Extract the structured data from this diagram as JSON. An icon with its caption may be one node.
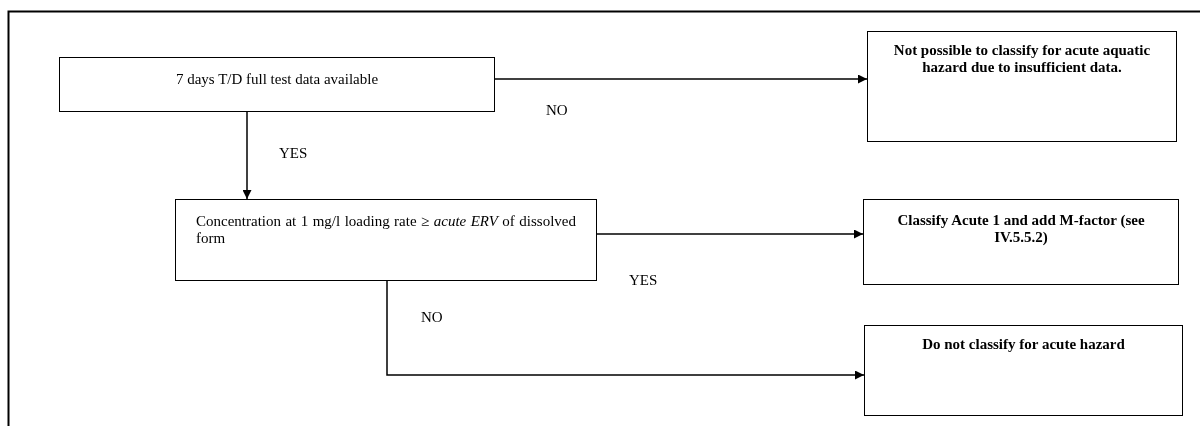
{
  "diagram": {
    "nodes": [
      {
        "text": [
          "7 days T/D full test data available"
        ]
      },
      {
        "text": [
          "Concentration at 1 mg/l loading rate ≥ *acute ERV* of dissolved form"
        ]
      },
      {
        "text": [
          "Not possible to classify for acute aquatic hazard due to insufficient data."
        ]
      },
      {
        "text": [
          "Classify Acute 1 and add M-factor (see IV.5.5.2)"
        ]
      },
      {
        "text": [
          "Do not classify for acute hazard"
        ]
      }
    ],
    "edges": [
      {
        "from": 0,
        "to": 2,
        "arrow": "to",
        "label": "NO"
      },
      {
        "from": 0,
        "to": 1,
        "arrow": "to",
        "label": "YES"
      },
      {
        "from": 1,
        "to": 3,
        "arrow": "to",
        "label": "YES"
      },
      {
        "from": 1,
        "to": 4,
        "arrow": "to",
        "label": "NO"
      }
    ]
  }
}
